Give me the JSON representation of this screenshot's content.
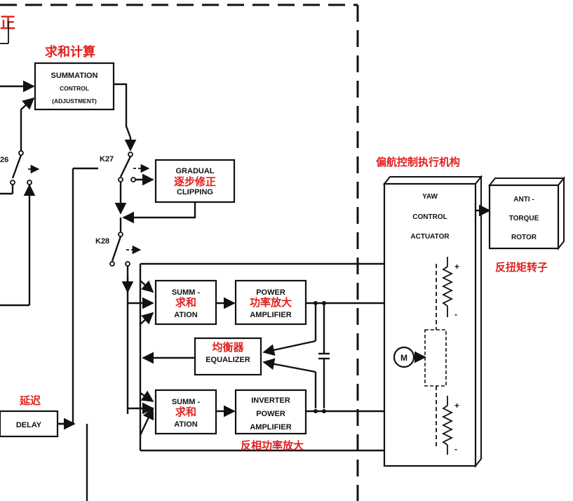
{
  "top_left_fragment": "正",
  "blocks": {
    "summation_control": {
      "line1": "SUMMATION",
      "line2": "CONTROL",
      "line3": "(ADJUSTMENT)",
      "cn": "求和计算"
    },
    "gradual_clipping": {
      "line1": "GRADUAL",
      "line2": "CLIPPING",
      "cn": "逐步修正"
    },
    "summation_upper": {
      "line1": "SUMM -",
      "line2": "ATION",
      "cn": "求和"
    },
    "power_amplifier": {
      "line1": "POWER",
      "line2": "AMPLIFIER",
      "cn": "功率放大"
    },
    "equalizer": {
      "line1": "EQUALIZER",
      "cn": "均衡器"
    },
    "summation_lower": {
      "line1": "SUMM -",
      "line2": "ATION",
      "cn": "求和"
    },
    "inverter_power_amplifier": {
      "line1": "INVERTER",
      "line2": "POWER",
      "line3": "AMPLIFIER",
      "cn": "反相功率放大"
    },
    "delay": {
      "line1": "DELAY",
      "cn": "延迟"
    },
    "yaw_control_actuator": {
      "line1": "YAW",
      "line2": "CONTROL",
      "line3": "ACTUATOR",
      "cn": "偏航控制执行机构"
    },
    "anti_torque_rotor": {
      "line1": "ANTI -",
      "line2": "TORQUE",
      "line3": "ROTOR",
      "cn": "反扭矩转子"
    }
  },
  "switches": {
    "k26": "26",
    "k27": "K27",
    "k28": "K28"
  },
  "motor": "M",
  "polarity": {
    "plus": "+",
    "minus": "-"
  }
}
